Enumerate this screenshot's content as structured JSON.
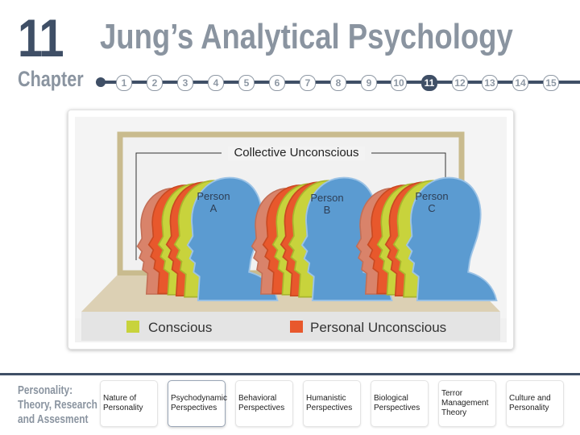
{
  "header": {
    "chapter_number": "11",
    "chapter_word": "Chapter",
    "title": "Jung’s Analytical Psychology"
  },
  "chapter_nav": {
    "items": [
      "1",
      "2",
      "3",
      "4",
      "5",
      "6",
      "7",
      "8",
      "9",
      "10",
      "11",
      "12",
      "13",
      "14",
      "15"
    ],
    "current": "11"
  },
  "diagram": {
    "collective_label": "Collective Unconscious",
    "persons": [
      {
        "line1": "Person",
        "line2": "A"
      },
      {
        "line1": "Person",
        "line2": "B"
      },
      {
        "line1": "Person",
        "line2": "C"
      }
    ],
    "legend": {
      "conscious": {
        "label": "Conscious",
        "color": "#c8d33c"
      },
      "personal_unconscious": {
        "label": "Personal Unconscious",
        "color": "#e8582c"
      }
    },
    "colors": {
      "head_blue": "#5b9bd1",
      "head_blue_light": "#9cc3e6",
      "layer_yellow": "#c8d33c",
      "layer_orange": "#e8582c",
      "layer_salmon": "#d9836a",
      "wall": "#f1f1f1",
      "wall_border": "#c9bb8e",
      "floor": "#dcd0b4"
    }
  },
  "footer": {
    "book_title_lines": [
      "Personality:",
      "Theory, Research",
      "and Assesment"
    ],
    "perspectives": [
      "Nature of Personality",
      "Psychodynamic Perspectives",
      "Behavioral Perspectives",
      "Humanistic Perspectives",
      "Biological Perspectives",
      "Terror Management Theory",
      "Culture and Personality"
    ],
    "active": "Psychodynamic Perspectives"
  }
}
